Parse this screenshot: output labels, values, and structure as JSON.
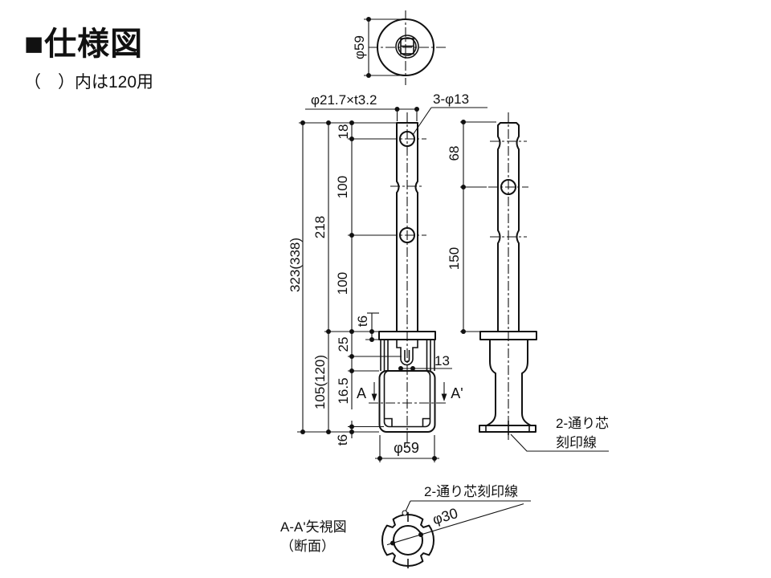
{
  "title": "■仕様図",
  "note": "（　）内は120用",
  "top_view": {
    "dia": "φ59"
  },
  "front_view": {
    "pipe_spec": "φ21.7×t3.2",
    "holes": "3-φ13",
    "d18": "18",
    "d100a": "100",
    "d218": "218",
    "d100b": "100",
    "d323": "323(338)",
    "t6_flange": "t6",
    "d25": "25",
    "d16_5": "16.5",
    "d105": "105(120)",
    "d13": "13",
    "t6_bottom": "t6",
    "a_label": "A",
    "a_prime_label": "A'",
    "dia_base": "φ59"
  },
  "side_view": {
    "d68": "68",
    "d150": "150",
    "marking_line1": "2-通り芯",
    "marking_line2": "刻印線"
  },
  "section_view": {
    "title_line1": "A-A'矢視図",
    "title_line2": "（断面）",
    "dia": "φ30",
    "marking": "2-通り芯刻印線"
  },
  "colors": {
    "line": "#111111",
    "background": "#ffffff"
  }
}
